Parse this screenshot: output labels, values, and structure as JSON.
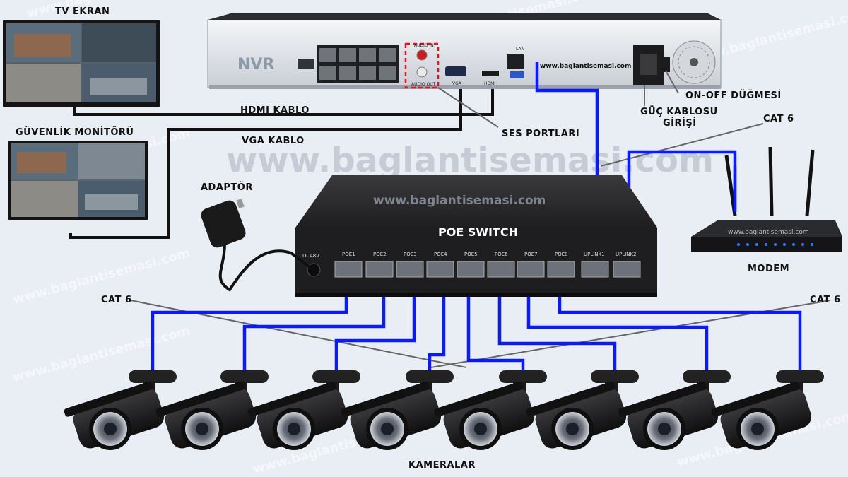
{
  "labels": {
    "tv_screen": "TV EKRAN",
    "security_monitor": "GÜVENLİK MONİTÖRÜ",
    "hdmi_cable": "HDMI KABLO",
    "vga_cable": "VGA KABLO",
    "adapter": "ADAPTÖR",
    "audio_ports": "SES PORTLARI",
    "power_input_line1": "GÜÇ KABLOSU",
    "power_input_line2": "GİRİŞİ",
    "on_off_switch": "ON-OFF DÜĞMESİ",
    "cat6_top": "CAT 6",
    "cat6_left": "CAT 6",
    "cat6_right": "CAT 6",
    "modem": "MODEM",
    "cameras": "KAMERALAR",
    "nvr": "NVR",
    "poe_switch": "POE SWITCH"
  },
  "nvr_ports": {
    "audio_in": "AUDIO IN",
    "audio_out": "AUDIO OUT",
    "vga": "VGA",
    "hdmi": "HDMI",
    "lan": "LAN",
    "url": "www.baglantisemasi.com"
  },
  "switch_ports": {
    "dc": "DC48V",
    "poe": [
      "POE1",
      "POE2",
      "POE3",
      "POE4",
      "POE5",
      "POE6",
      "POE7",
      "POE8"
    ],
    "uplink": [
      "UPLINK1",
      "UPLINK2"
    ],
    "url": "www.baglantisemasi.com"
  },
  "modem_url": "www.baglantisemasi.com",
  "watermark": "www.baglantisemasi.com",
  "colors": {
    "cat6_cable": "#0a1aff",
    "black_cable": "#111111",
    "audio_highlight": "#e0141e",
    "device_body": "#1c1c1e"
  }
}
